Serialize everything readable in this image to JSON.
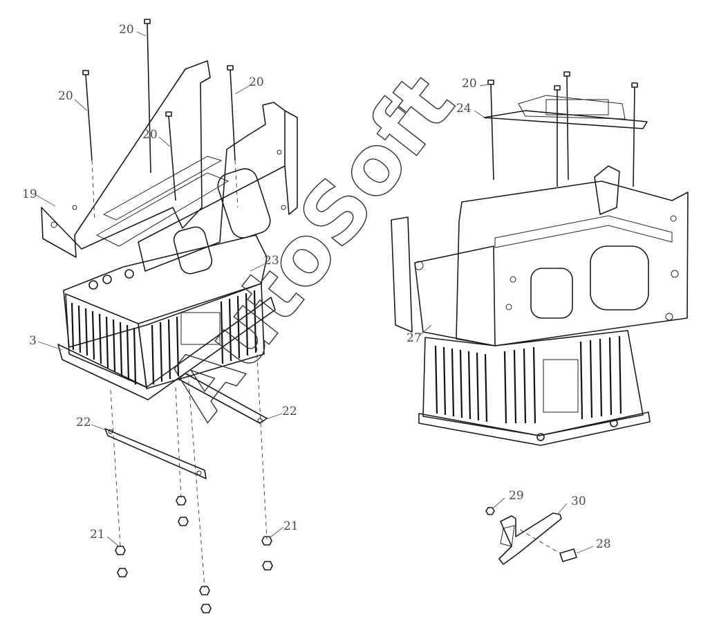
{
  "watermark": "AutoSoft",
  "callouts": [
    {
      "id": "left-bolt-top",
      "text": "20"
    },
    {
      "id": "left-bolt-upper-right",
      "text": "20"
    },
    {
      "id": "left-bolt-left",
      "text": "20"
    },
    {
      "id": "left-bolt-center",
      "text": "20"
    },
    {
      "id": "left-bracket",
      "text": "19"
    },
    {
      "id": "left-heatsink",
      "text": "23"
    },
    {
      "id": "left-controller",
      "text": "3"
    },
    {
      "id": "left-strap-right",
      "text": "22"
    },
    {
      "id": "left-strap-left",
      "text": "22"
    },
    {
      "id": "left-nut-left",
      "text": "21"
    },
    {
      "id": "left-nut-right",
      "text": "21"
    },
    {
      "id": "right-bolt",
      "text": "20"
    },
    {
      "id": "right-top-bracket",
      "text": "24"
    },
    {
      "id": "right-side-part",
      "text": "27"
    },
    {
      "id": "detail-nut",
      "text": "29"
    },
    {
      "id": "detail-bracket",
      "text": "30"
    },
    {
      "id": "detail-bolt",
      "text": "28"
    }
  ]
}
